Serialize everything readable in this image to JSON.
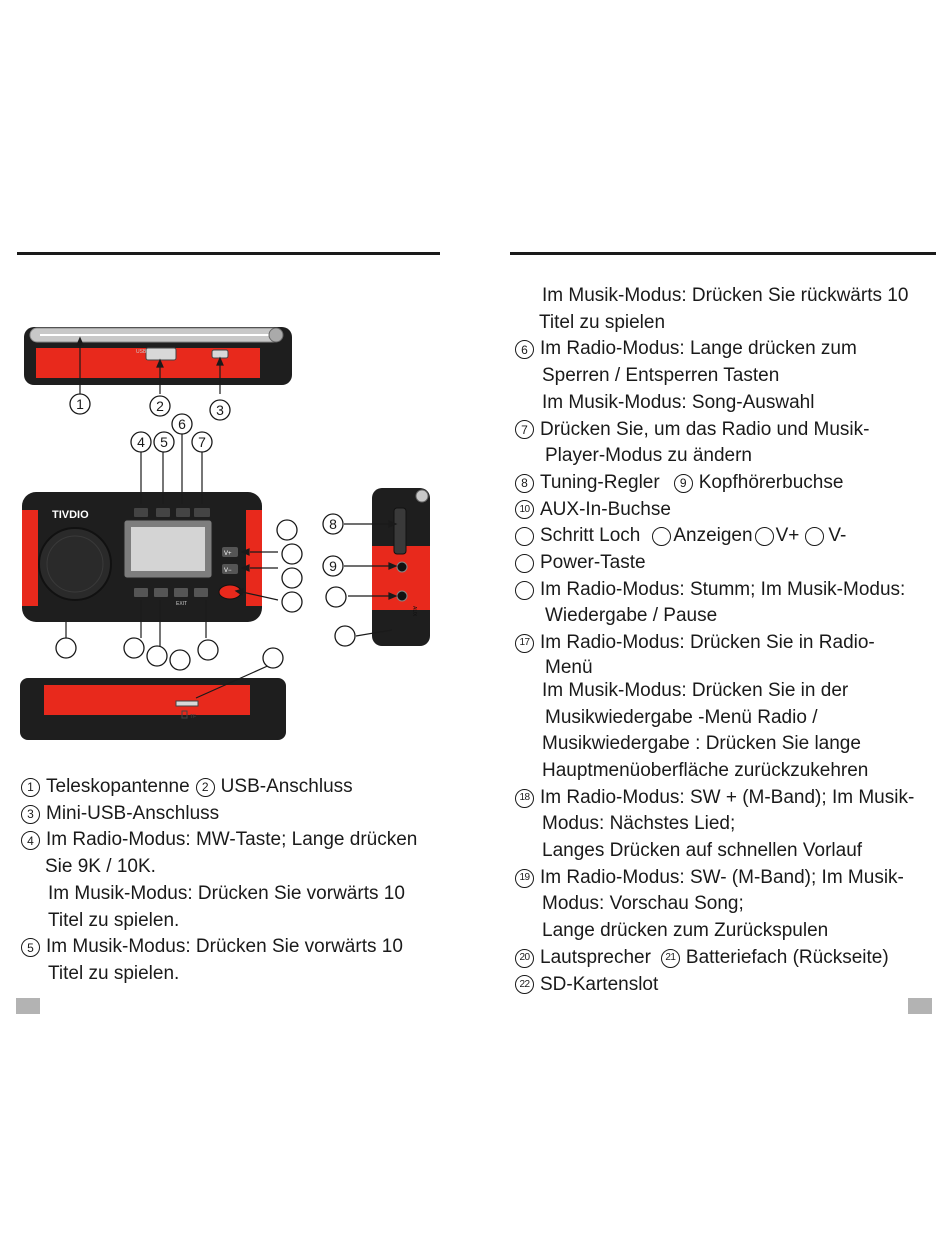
{
  "brand": "TIVDIO",
  "device_labels": {
    "usb": "USB",
    "exit": "EXIT",
    "aux": "AUX",
    "tf": "TF",
    "v_plus": "V+",
    "v_minus": "V−"
  },
  "callout_numbers": {
    "c1": "1",
    "c2": "2",
    "c3": "3",
    "c4": "4",
    "c5": "5",
    "c6": "6",
    "c7": "7",
    "c8": "8",
    "c9": "9"
  },
  "left_list": [
    {
      "n1": "1",
      "t1": "Teleskopantenne",
      "n2": "2",
      "t2": "USB-Anschluss"
    },
    {
      "n": "3",
      "t": "Mini-USB-Anschluss"
    },
    {
      "n": "4",
      "t": "Im Radio-Modus: MW-Taste; Lange drücken"
    },
    {
      "t": "Sie 9K / 10K."
    },
    {
      "t": "Im Musik-Modus: Drücken Sie vorwärts 10"
    },
    {
      "t": "Titel zu spielen."
    },
    {
      "n": "5",
      "t": "Im Musik-Modus: Drücken Sie vorwärts 10"
    },
    {
      "t": "Titel zu spielen."
    }
  ],
  "right_list": {
    "l01": "Im Musik-Modus: Drücken Sie rückwärts 10",
    "l02": "Titel zu spielen",
    "l03_n": "6",
    "l03": "Im Radio-Modus: Lange drücken zum",
    "l04": "Sperren / Entsperren Tasten",
    "l05": "Im Musik-Modus: Song-Auswahl",
    "l06_n": "7",
    "l06": "Drücken Sie, um das Radio und Musik-",
    "l07": "Player-Modus zu ändern",
    "l08_n1": "8",
    "l08_a": "Tuning-Regler",
    "l08_n2": "9",
    "l08_b": "Kopfhörerbuchse",
    "l09_n": "10",
    "l09": "AUX-In-Buchse",
    "l10_a": "Schritt Loch",
    "l10_b": "Anzeigen",
    "l10_c": "V+",
    "l10_d": "V-",
    "l11": "Power-Taste",
    "l12": "Im Radio-Modus: Stumm;  Im Musik-Modus:",
    "l13": "Wiedergabe / Pause",
    "l14_n": "17",
    "l14": "Im Radio-Modus: Drücken Sie in Radio-",
    "l15": "Menü",
    "l16": "Im Musik-Modus: Drücken Sie in der",
    "l17": "Musikwiedergabe -Menü Radio /",
    "l18": "Musikwiedergabe : Drücken Sie lange",
    "l19": "Hauptmenüoberfläche zurückzukehren",
    "l20_n": "18",
    "l20": "Im Radio-Modus: SW + (M-Band); Im Musik-",
    "l21": "Modus: Nächstes Lied;",
    "l22": "Langes Drücken auf schnellen Vorlauf",
    "l23_n": "19",
    "l23": "Im Radio-Modus: SW- (M-Band); Im Musik-",
    "l24": "Modus: Vorschau Song;",
    "l25": "Lange drücken zum Zurückspulen",
    "l26_n1": "20",
    "l26_a": "Lautsprecher",
    "l26_n2": "21",
    "l26_b": "Batteriefach (Rückseite)",
    "l27_n": "22",
    "l27": "SD-Kartenslot"
  },
  "colors": {
    "accent_red": "#e8291c",
    "device_black": "#1e1e1e",
    "marker_gray": "#b3b3b3"
  }
}
